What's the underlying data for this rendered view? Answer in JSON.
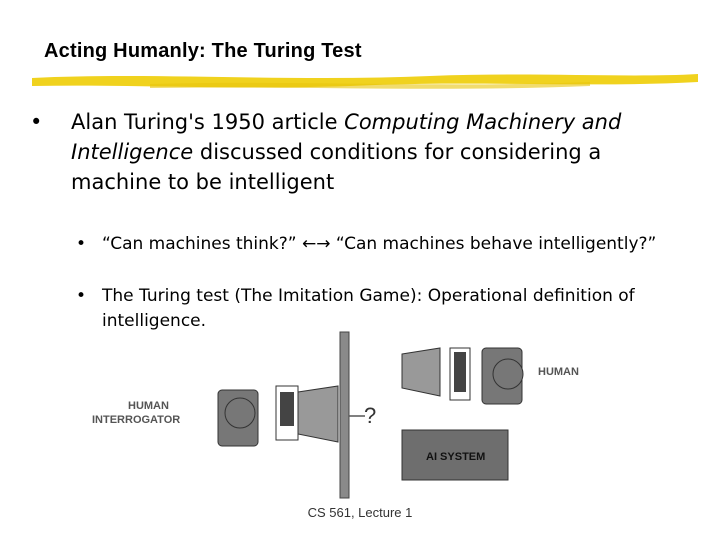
{
  "slide": {
    "title": "Acting Humanly: The Turing Test",
    "bullet_main": {
      "marker": "•",
      "prefix": "Alan Turing's 1950 article ",
      "italic": "Computing Machinery and Intelligence",
      "suffix": " discussed conditions for considering a machine to be intelligent"
    },
    "sub_bullets": [
      {
        "marker": "•",
        "text": "“Can machines think?” ←→ “Can machines behave intelligently?”"
      },
      {
        "marker": "•",
        "text": "The Turing test (The Imitation Game): Operational definition of intelligence."
      }
    ],
    "footer": "CS 561,  Lecture 1"
  },
  "figure": {
    "human_label": "HUMAN",
    "interrogator_label_1": "HUMAN",
    "interrogator_label_2": "INTERROGATOR",
    "ai_label": "AI SYSTEM",
    "question_mark": "?"
  },
  "colors": {
    "highlight": "#f0d21e",
    "figure_gray": "#6e6e6e",
    "figure_dark": "#333333"
  }
}
